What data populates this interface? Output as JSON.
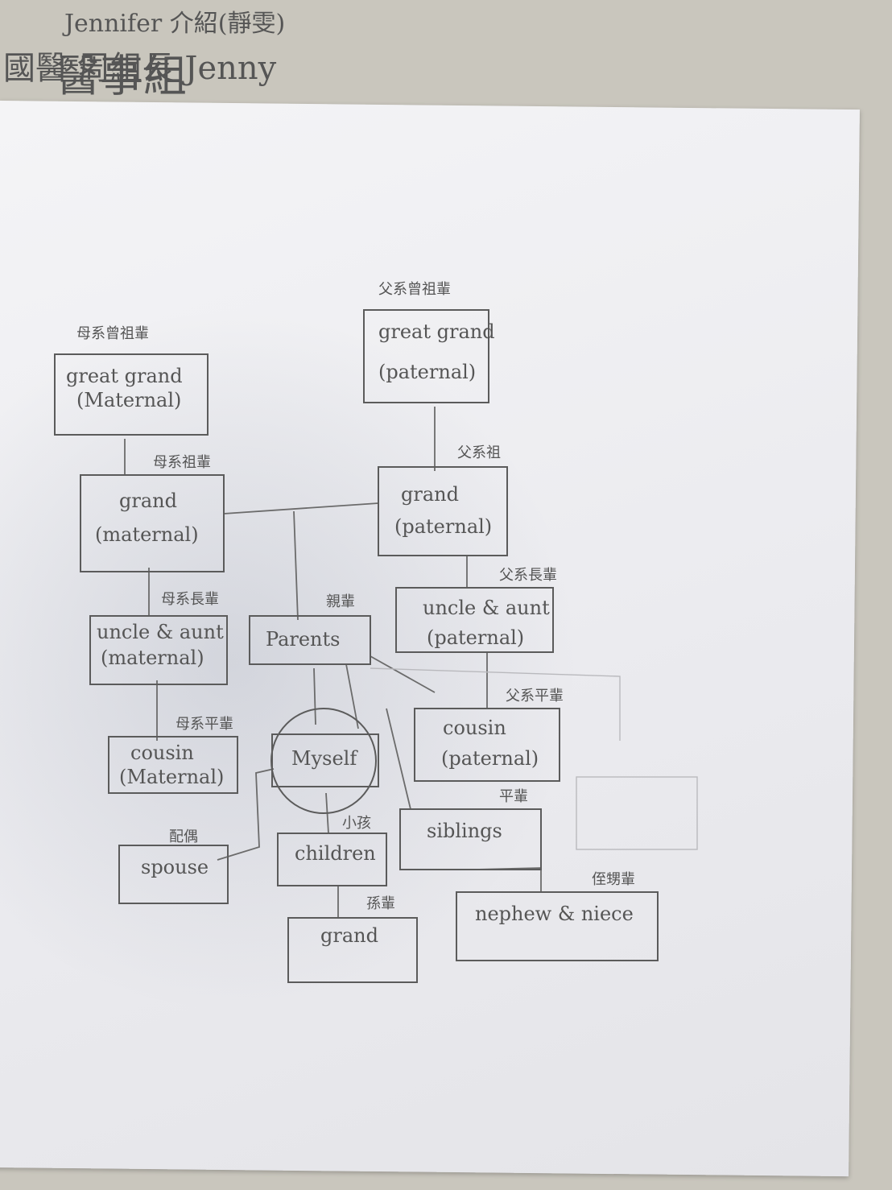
{
  "sticky_notes": {
    "left": "國醫 周組長 Jenny",
    "right": "醫事組",
    "bottom": "Jennifer 介紹(靜雯)"
  },
  "nodes": {
    "great_grand_paternal": {
      "label": "great grand",
      "sub": "(paternal)",
      "zh": "父系曾祖輩"
    },
    "great_grand_maternal": {
      "label": "great grand",
      "sub": "(Maternal)",
      "zh": "母系曾祖輩"
    },
    "grand_maternal": {
      "label": "grand",
      "sub": "(maternal)",
      "zh": "母系祖輩"
    },
    "grand_paternal": {
      "label": "grand",
      "sub": "(paternal)",
      "zh": "父系祖"
    },
    "uncle_aunt_maternal": {
      "label": "uncle & aunt",
      "sub": "(maternal)",
      "zh": "母系長輩"
    },
    "parents": {
      "label": "Parents",
      "zh": "親輩"
    },
    "uncle_aunt_paternal": {
      "label": "uncle & aunt",
      "sub": "(paternal)",
      "zh": "父系長輩"
    },
    "cousin_maternal": {
      "label": "cousin",
      "sub": "(Maternal)",
      "zh": "母系平輩"
    },
    "myself": {
      "label": "Myself"
    },
    "cousin_paternal": {
      "label": "cousin",
      "sub": "(paternal)",
      "zh": "父系平輩"
    },
    "spouse": {
      "label": "spouse",
      "zh": "配偶"
    },
    "children": {
      "label": "children",
      "zh": "小孩"
    },
    "siblings": {
      "label": "siblings",
      "zh": "平輩"
    },
    "nephew_niece": {
      "label": "nephew & niece",
      "zh": "侄甥輩"
    },
    "grandchild": {
      "label": "grand",
      "zh": "孫輩"
    }
  }
}
